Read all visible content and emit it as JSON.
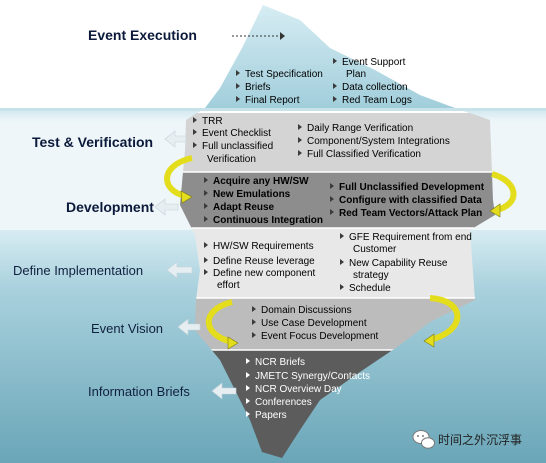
{
  "stages": [
    {
      "id": "event-execution",
      "label": "Event Execution"
    },
    {
      "id": "test-verification",
      "label": "Test & Verification"
    },
    {
      "id": "development",
      "label": "Development"
    },
    {
      "id": "define-implementation",
      "label": "Define Implementation"
    },
    {
      "id": "event-vision",
      "label": "Event Vision"
    },
    {
      "id": "information-briefs",
      "label": "Information Briefs"
    }
  ],
  "event_execution": {
    "left": [
      "Test Specification",
      "Briefs",
      "Final Report"
    ],
    "right": [
      "Event Support",
      "Plan",
      "Data collection",
      "Red Team Logs"
    ]
  },
  "test_verification": {
    "left": [
      "TRR",
      "Event Checklist",
      "Full unclassified",
      "Verification"
    ],
    "right": [
      "Daily Range Verification",
      "Component/System Integrations",
      "Full Classified Verification"
    ]
  },
  "development": {
    "left": [
      "Acquire any HW/SW",
      "New Emulations",
      "Adapt Reuse",
      "Continuous Integration"
    ],
    "right": [
      "Full Unclassified Development",
      "Configure with classified Data",
      "Red Team Vectors/Attack Plan"
    ]
  },
  "define_implementation": {
    "left": [
      "HW/SW Requirements",
      "Define Reuse leverage",
      "Define new component",
      "effort"
    ],
    "right": [
      "GFE Requirement from end",
      "Customer",
      "New Capability Reuse",
      "strategy",
      "Schedule"
    ]
  },
  "event_vision": {
    "items": [
      "Domain Discussions",
      "Use Case Development",
      "Event Focus Development"
    ]
  },
  "information_briefs": {
    "items": [
      "NCR Briefs",
      "JMETC Synergy/Contacts",
      "NCR Overview Day",
      "Conferences",
      "Papers"
    ]
  },
  "watermark": "时间之外沉浮事",
  "colors": {
    "water": "#7fb6c6",
    "sky": "#ffffff",
    "ice_top": "#bfe0ea",
    "band_test": "#d6d6d6",
    "band_dev": "#8c8c8c",
    "band_define": "#e6e6e6",
    "band_vision": "#bdbdbd",
    "band_info": "#5e5e5e",
    "arrow": "#e8e21a"
  }
}
